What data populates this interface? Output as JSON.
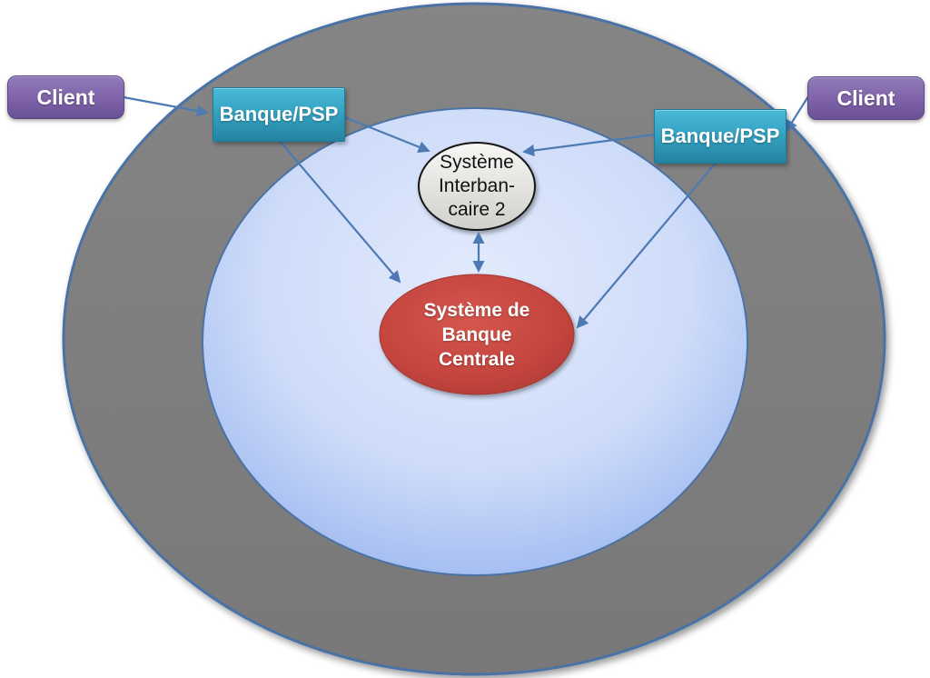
{
  "diagram": {
    "background": "#FFFFFF",
    "nodes": {
      "client_left": {
        "label": "Client",
        "color": "#7A5FA5"
      },
      "client_right": {
        "label": "Client",
        "color": "#7A5FA5"
      },
      "bank_left": {
        "label": "Banque/PSP",
        "color": "#31A3C2"
      },
      "bank_right": {
        "label": "Banque/PSP",
        "color": "#31A3C2"
      },
      "interbank": {
        "label": "Système\nInterban-\ncaire 2",
        "color": "#E3E3E0"
      },
      "central_bank": {
        "label": "Système de\nBanque\nCentrale",
        "color": "#C4453E"
      }
    },
    "zones": {
      "outer": {
        "fill": "#7D7D7D",
        "border": "#4A72A5"
      },
      "inner": {
        "fill": "#CEDCF9",
        "border": "#4A72A5"
      }
    },
    "arrow_color": "#4E7AB4",
    "edges": [
      {
        "from": "client-left",
        "to": "bank-left",
        "bidirectional": false
      },
      {
        "from": "client-right",
        "to": "bank-right",
        "bidirectional": false
      },
      {
        "from": "bank-left",
        "to": "interbank-system",
        "bidirectional": false
      },
      {
        "from": "bank-left",
        "to": "central-bank-system",
        "bidirectional": false
      },
      {
        "from": "bank-right",
        "to": "interbank-system",
        "bidirectional": false
      },
      {
        "from": "bank-right",
        "to": "central-bank-system",
        "bidirectional": false
      },
      {
        "from": "interbank-system",
        "to": "central-bank-system",
        "bidirectional": true
      }
    ]
  }
}
